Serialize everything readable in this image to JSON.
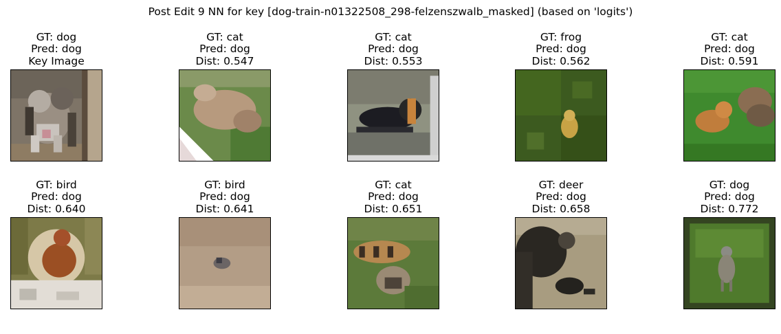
{
  "figure": {
    "title": "Post Edit 9 NN for key [dog-train-n01322508_298-felzenszwalb_masked] (based on 'logits')"
  },
  "cells": [
    {
      "gt": "GT: dog",
      "pred": "Pred: dog",
      "extra": "Key Image",
      "image": "dog-thumbnail"
    },
    {
      "gt": "GT: cat",
      "pred": "Pred: dog",
      "extra": "Dist: 0.547",
      "image": "cat-on-grass-thumbnail"
    },
    {
      "gt": "GT: cat",
      "pred": "Pred: dog",
      "extra": "Dist: 0.553",
      "image": "black-cat-thumbnail"
    },
    {
      "gt": "GT: frog",
      "pred": "Pred: dog",
      "extra": "Dist: 0.562",
      "image": "frog-in-grass-thumbnail"
    },
    {
      "gt": "GT: cat",
      "pred": "Pred: dog",
      "extra": "Dist: 0.591",
      "image": "cats-in-grass-thumbnail"
    },
    {
      "gt": "GT: bird",
      "pred": "Pred: dog",
      "extra": "Dist: 0.640",
      "image": "bird-thumbnail"
    },
    {
      "gt": "GT: bird",
      "pred": "Pred: dog",
      "extra": "Dist: 0.641",
      "image": "bird-on-sand-thumbnail"
    },
    {
      "gt": "GT: cat",
      "pred": "Pred: dog",
      "extra": "Dist: 0.651",
      "image": "tiger-thumbnail"
    },
    {
      "gt": "GT: deer",
      "pred": "Pred: dog",
      "extra": "Dist: 0.658",
      "image": "dark-animal-thumbnail"
    },
    {
      "gt": "GT: dog",
      "pred": "Pred: dog",
      "extra": "Dist: 0.772",
      "image": "dog-in-grass-thumbnail"
    }
  ]
}
